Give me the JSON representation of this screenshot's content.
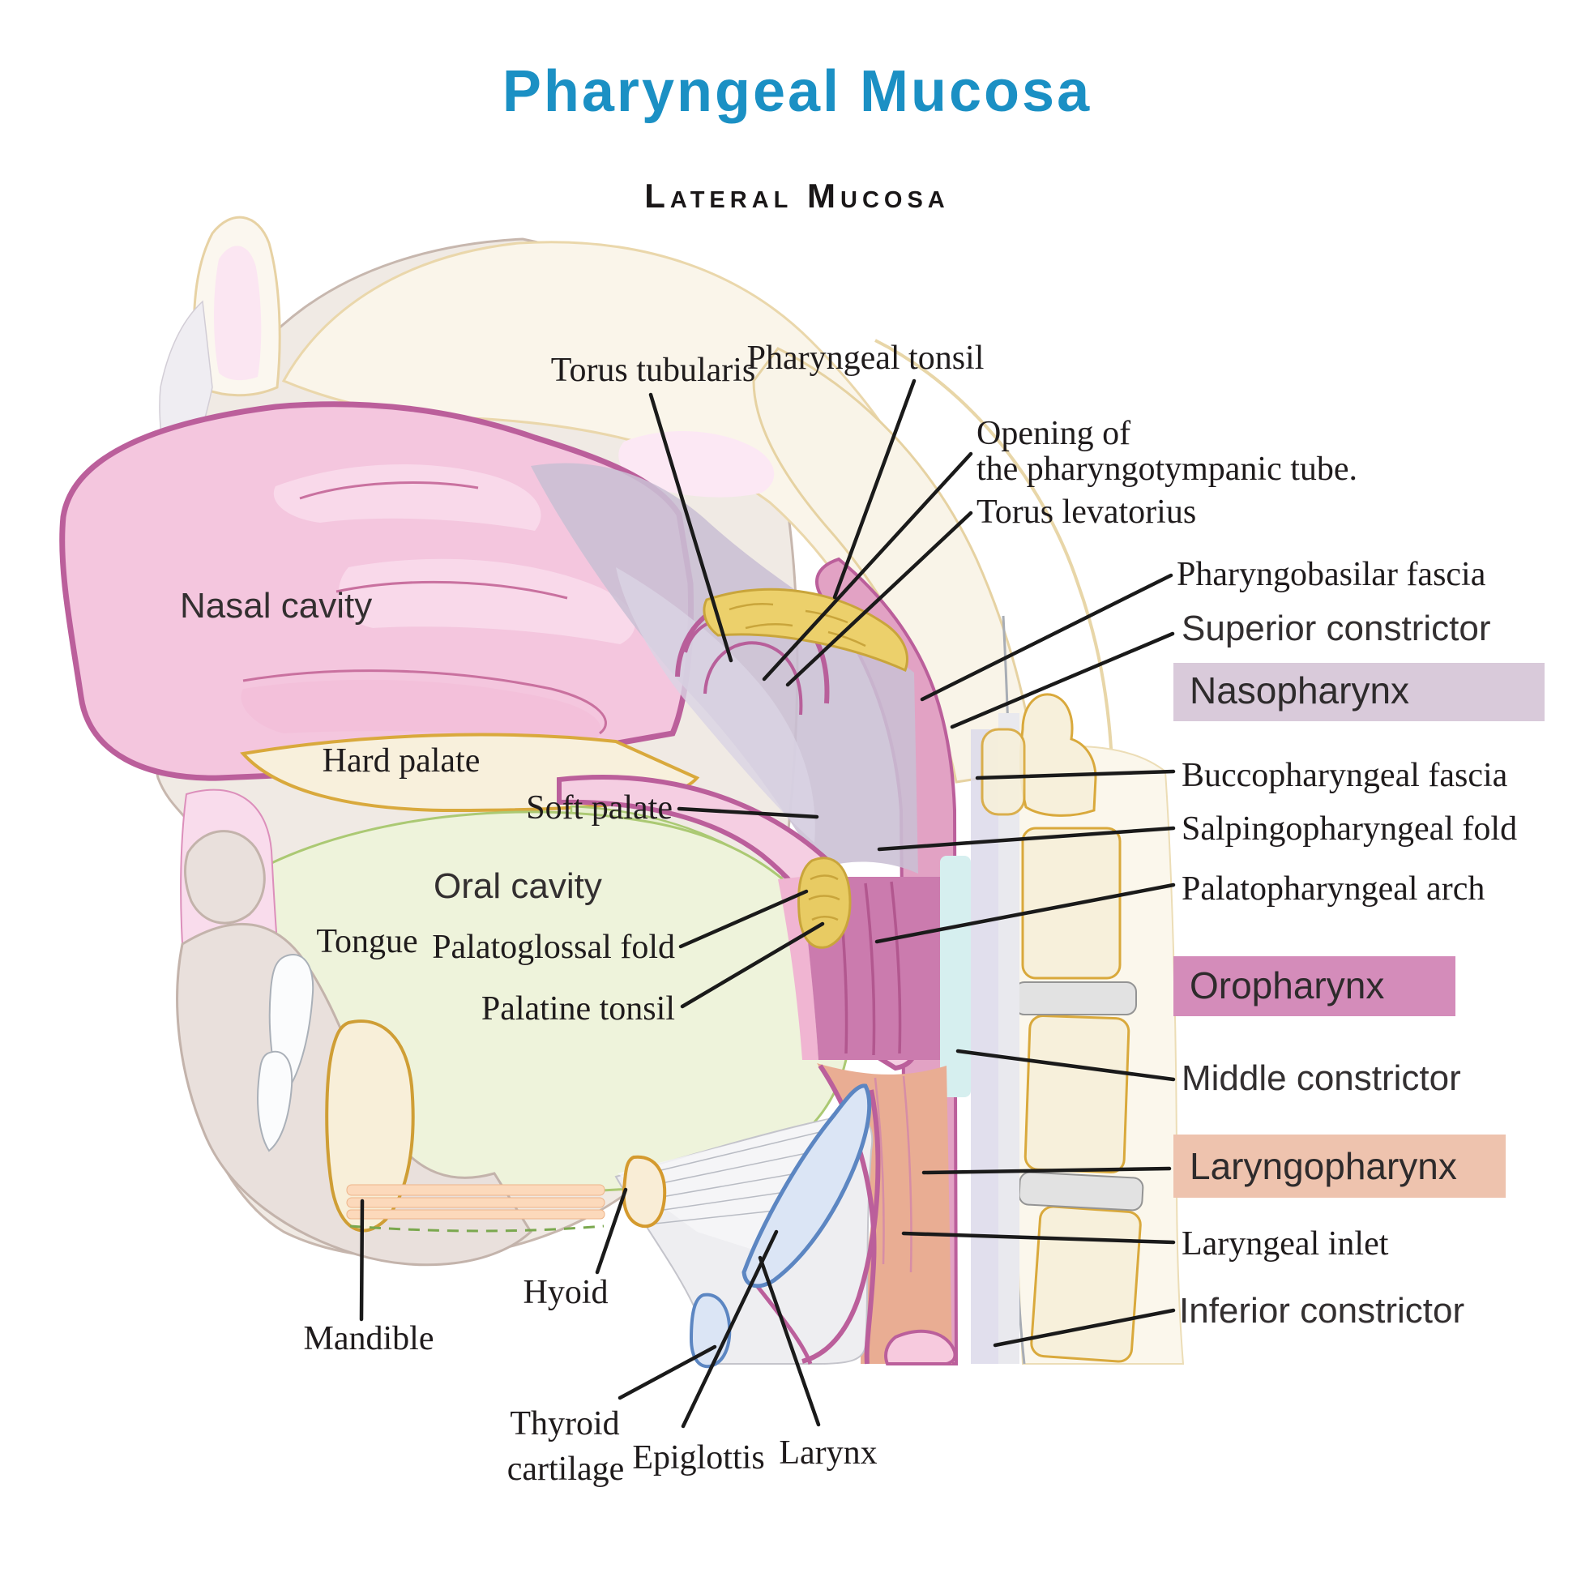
{
  "title": "Pharyngeal Mucosa",
  "subtitle": "Lateral Mucosa",
  "colors": {
    "title_text": "#1b90c4",
    "label_text": "#1f1b1c",
    "leader_line": "#1a1a1a",
    "nasopharynx_badge": "#d9cada",
    "oropharynx_badge": "#d48cba",
    "laryngopharynx_badge": "#eec3ae",
    "nasal_cavity_fill": "#f4c6de",
    "oral_cavity_fill": "#eef3db",
    "nasopharynx_region_fill": "#c9bfd4",
    "oropharynx_region_fill": "#cb7bae",
    "laryngopharynx_region_fill": "#e9ad93",
    "tonsil_yellow": "#ecd06b",
    "bone_cream": "#f7f0db",
    "cartilage_blue": "#dbe5f5"
  },
  "labels": {
    "torus_tubularis": "Torus tubularis",
    "pharyngeal_tonsil": "Pharyngeal tonsil",
    "opening_line1": "Opening of",
    "opening_line2": "the pharyngotympanic tube.",
    "torus_levatorius": "Torus levatorius",
    "pharyngobasilar_fascia": "Pharyngobasilar fascia",
    "superior_constrictor": "Superior constrictor",
    "buccopharyngeal_fascia": "Buccopharyngeal fascia",
    "salpingopharyngeal_fold": "Salpingopharyngeal fold",
    "palatopharyngeal_arch": "Palatopharyngeal arch",
    "middle_constrictor": "Middle constrictor",
    "laryngeal_inlet": "Laryngeal inlet",
    "inferior_constrictor": "Inferior constrictor",
    "nasal_cavity": "Nasal cavity",
    "hard_palate": "Hard palate",
    "soft_palate": "Soft palate",
    "oral_cavity": "Oral cavity",
    "tongue": "Tongue",
    "palatoglossal_fold": "Palatoglossal fold",
    "palatine_tonsil": "Palatine tonsil",
    "hyoid": "Hyoid",
    "mandible": "Mandible",
    "thyroid_cartilage_line1": "Thyroid",
    "thyroid_cartilage_line2": "cartilage",
    "epiglottis": "Epiglottis",
    "larynx": "Larynx"
  },
  "region_badges": {
    "nasopharynx": "Nasopharynx",
    "oropharynx": "Oropharynx",
    "laryngopharynx": "Laryngopharynx"
  }
}
